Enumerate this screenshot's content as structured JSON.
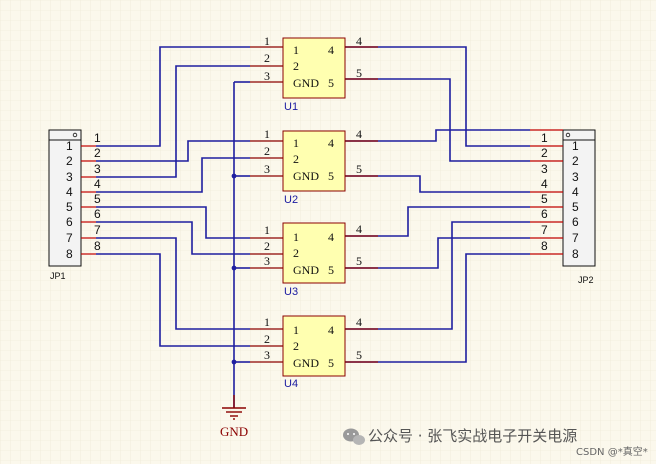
{
  "chips": [
    {
      "designator": "U1",
      "pins": {
        "p1": "1",
        "p2": "2",
        "p3": "3",
        "p4": "4",
        "p5": "5",
        "gnd": "GND"
      }
    },
    {
      "designator": "U2",
      "pins": {
        "p1": "1",
        "p2": "2",
        "p3": "3",
        "p4": "4",
        "p5": "5",
        "gnd": "GND"
      }
    },
    {
      "designator": "U3",
      "pins": {
        "p1": "1",
        "p2": "2",
        "p3": "3",
        "p4": "4",
        "p5": "5",
        "gnd": "GND"
      }
    },
    {
      "designator": "U4",
      "pins": {
        "p1": "1",
        "p2": "2",
        "p3": "3",
        "p4": "4",
        "p5": "5",
        "gnd": "GND"
      }
    }
  ],
  "jp1": {
    "designator": "JP1",
    "pins": [
      "1",
      "2",
      "3",
      "4",
      "5",
      "6",
      "7",
      "8"
    ]
  },
  "jp2": {
    "designator": "JP2",
    "pins": [
      "1",
      "2",
      "3",
      "4",
      "5",
      "6",
      "7",
      "8"
    ]
  },
  "ground": {
    "label": "GND"
  },
  "watermark": {
    "text": "公众号 · 张飞实战电子开关电源",
    "credit": "CSDN @*真空*"
  },
  "colors": {
    "wire": "#1f1fa0",
    "chip_fill": "#ffffb0",
    "chip_border": "#8b0000",
    "pin_red": "#c00000",
    "grid": "#ece6d2"
  }
}
